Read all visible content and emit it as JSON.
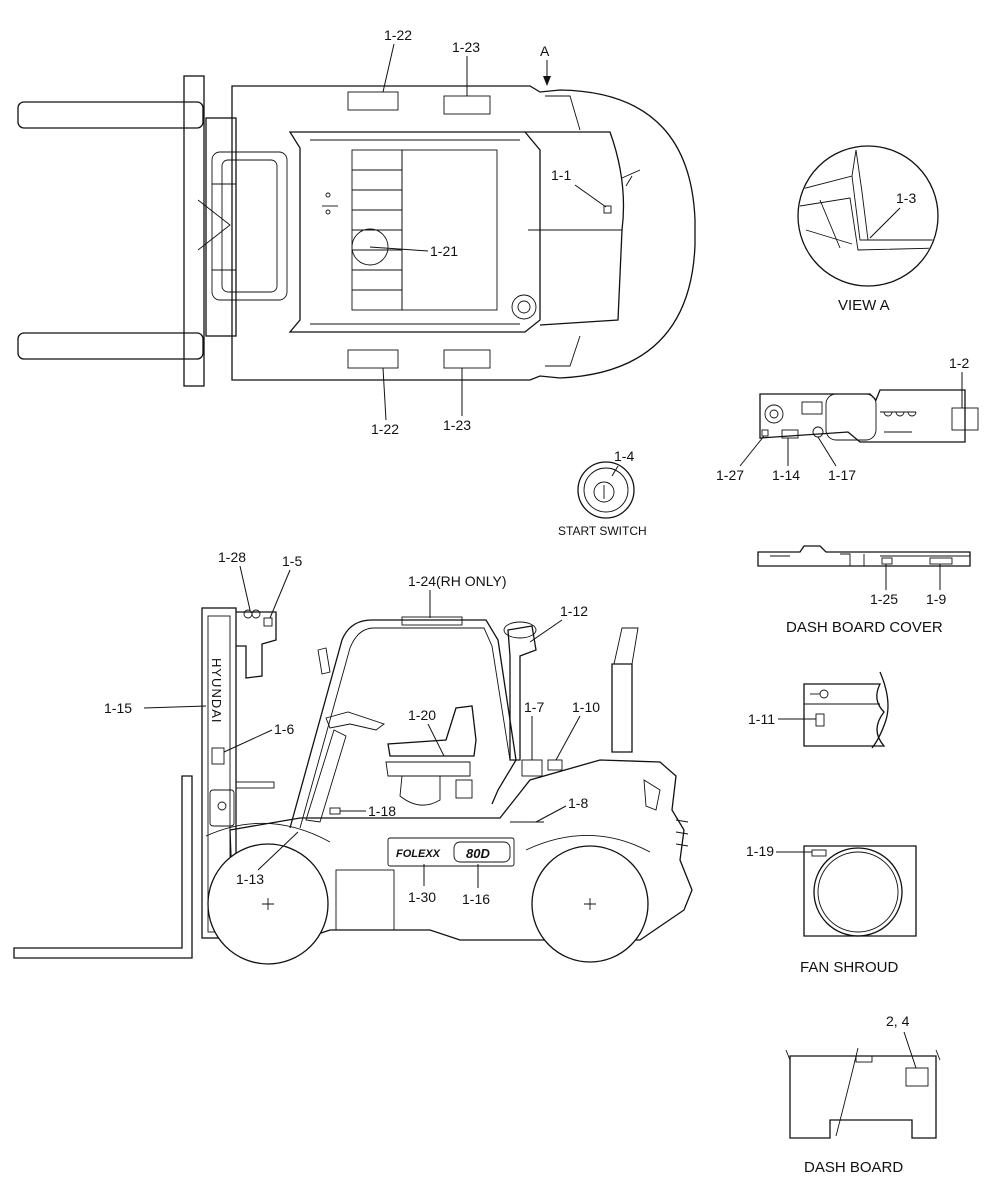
{
  "labels": {
    "l_1_1": "1-1",
    "l_1_2": "1-2",
    "l_1_3": "1-3",
    "l_1_4": "1-4",
    "l_1_5": "1-5",
    "l_1_6": "1-6",
    "l_1_7": "1-7",
    "l_1_8": "1-8",
    "l_1_9": "1-9",
    "l_1_10": "1-10",
    "l_1_11": "1-11",
    "l_1_12": "1-12",
    "l_1_13": "1-13",
    "l_1_14": "1-14",
    "l_1_15": "1-15",
    "l_1_16": "1-16",
    "l_1_17": "1-17",
    "l_1_18": "1-18",
    "l_1_19": "1-19",
    "l_1_20": "1-20",
    "l_1_21": "1-21",
    "l_1_22_top": "1-22",
    "l_1_22_bot": "1-22",
    "l_1_23_top": "1-23",
    "l_1_23_bot": "1-23",
    "l_1_24": "1-24(RH ONLY)",
    "l_1_25": "1-25",
    "l_1_27": "1-27",
    "l_1_28": "1-28",
    "l_1_30": "1-30",
    "l_2_4": "2, 4",
    "l_A": "A"
  },
  "captions": {
    "view_a": "VIEW A",
    "start_switch": "START SWITCH",
    "dash_board_cover": "DASH BOARD COVER",
    "fan_shroud": "FAN SHROUD",
    "dash_board": "DASH BOARD"
  },
  "decals": {
    "mast_brand": "HYUNDAI",
    "series_logo": "FOLEXX",
    "model_badge": "80D"
  }
}
